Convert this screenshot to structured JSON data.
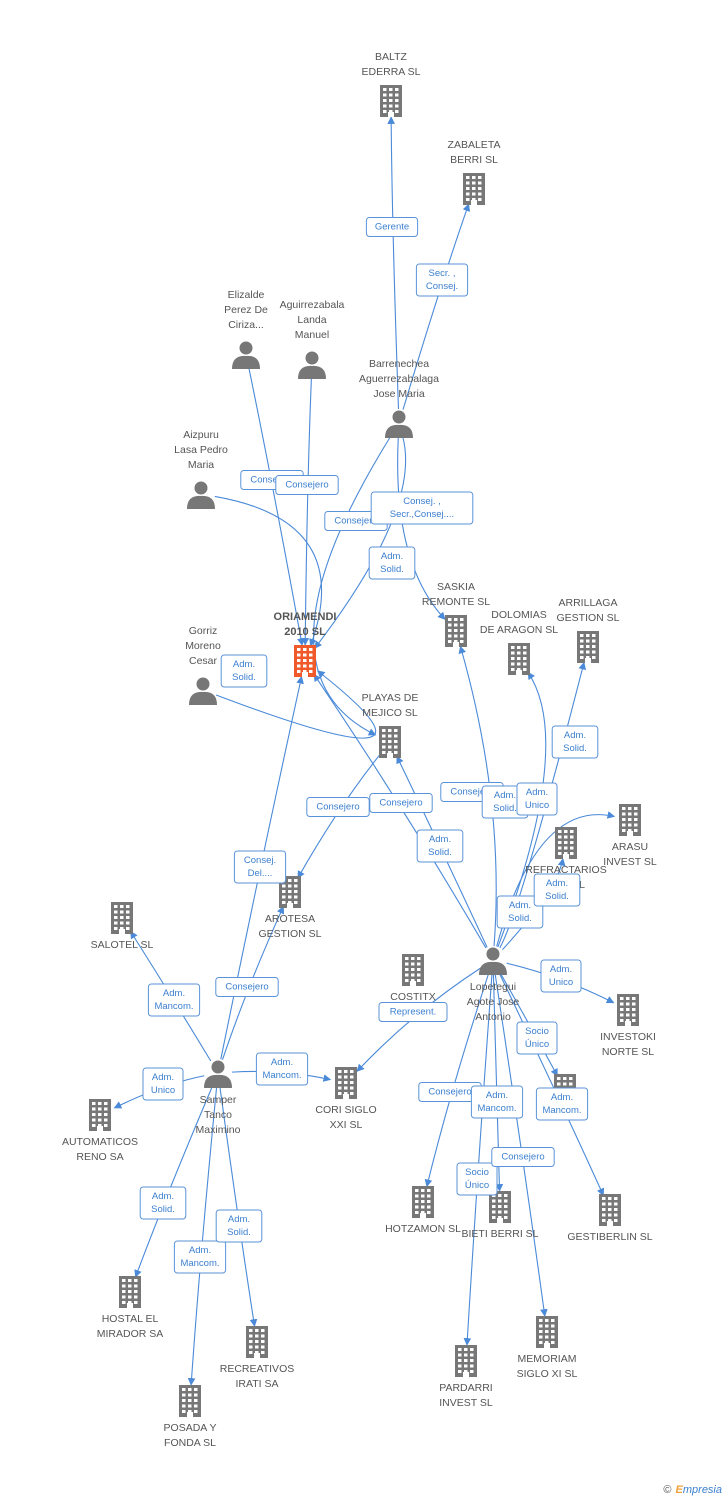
{
  "colors": {
    "edge": "#4a8ad8",
    "company": "#777777",
    "center_company": "#f05a2a",
    "person": "#777777",
    "label": "#555555"
  },
  "nodes": [
    {
      "id": "baltz",
      "type": "company",
      "lines": [
        "BALTZ",
        "EDERRA SL"
      ]
    },
    {
      "id": "zabaleta",
      "type": "company",
      "lines": [
        "ZABALETA",
        "BERRI SL"
      ]
    },
    {
      "id": "elizalde",
      "type": "person",
      "lines": [
        "Elizalde",
        "Perez De",
        "Ciriza..."
      ]
    },
    {
      "id": "aguirrezabala",
      "type": "person",
      "lines": [
        "Aguirrezabala",
        "Landa",
        "Manuel"
      ]
    },
    {
      "id": "barrenechea",
      "type": "person",
      "lines": [
        "Barrenechea",
        "Aguerrezabalaga",
        "Jose Maria"
      ]
    },
    {
      "id": "aizpuru",
      "type": "person",
      "lines": [
        "Aizpuru",
        "Lasa Pedro",
        "Maria"
      ]
    },
    {
      "id": "oriamendi",
      "type": "center",
      "lines": [
        "ORIAMENDI",
        "2010 SL"
      ]
    },
    {
      "id": "gorriz",
      "type": "person",
      "lines": [
        "Gorriz",
        "Moreno",
        "Cesar"
      ]
    },
    {
      "id": "saskia",
      "type": "company",
      "lines": [
        "SASKIA",
        "REMONTE SL"
      ]
    },
    {
      "id": "dolomias",
      "type": "company",
      "lines": [
        "DOLOMIAS",
        "DE ARAGON SL"
      ]
    },
    {
      "id": "arrillaga",
      "type": "company",
      "lines": [
        "ARRILLAGA",
        "GESTION SL"
      ]
    },
    {
      "id": "playas",
      "type": "company",
      "lines": [
        "PLAYAS DE",
        "MEJICO  SL"
      ]
    },
    {
      "id": "refractarios",
      "type": "company",
      "lines": [
        "REFRACTARIOS",
        "A...A SL"
      ]
    },
    {
      "id": "arasu",
      "type": "company",
      "lines": [
        "ARASU",
        "INVEST  SL"
      ]
    },
    {
      "id": "salotel",
      "type": "company",
      "lines": [
        "SALOTEL SL"
      ]
    },
    {
      "id": "arotesa",
      "type": "company",
      "lines": [
        "AROTESA",
        "GESTION SL"
      ]
    },
    {
      "id": "costitx",
      "type": "company",
      "lines": [
        "COSTITX"
      ]
    },
    {
      "id": "lopetegui",
      "type": "person",
      "lines": [
        "Lopetegui",
        "Agote Jose",
        "Antonio"
      ]
    },
    {
      "id": "investoki",
      "type": "company",
      "lines": [
        "INVESTOKI",
        "NORTE  SL"
      ]
    },
    {
      "id": "samper",
      "type": "person",
      "lines": [
        "Samper",
        "Tanco",
        "Maximino"
      ]
    },
    {
      "id": "cori",
      "type": "company",
      "lines": [
        "CORI SIGLO",
        "XXI SL"
      ]
    },
    {
      "id": "automaticos",
      "type": "company",
      "lines": [
        "AUTOMATICOS",
        "RENO SA"
      ]
    },
    {
      "id": "hidden_sl",
      "type": "company",
      "lines": [
        "...SL"
      ]
    },
    {
      "id": "hotzamon",
      "type": "company",
      "lines": [
        "HOTZAMON SL"
      ]
    },
    {
      "id": "bieti",
      "type": "company",
      "lines": [
        "BIETI BERRI SL"
      ]
    },
    {
      "id": "gestiberlin",
      "type": "company",
      "lines": [
        "GESTIBERLIN SL"
      ]
    },
    {
      "id": "hostal",
      "type": "company",
      "lines": [
        "HOSTAL EL",
        "MIRADOR SA"
      ]
    },
    {
      "id": "recreativos",
      "type": "company",
      "lines": [
        "RECREATIVOS",
        "IRATI SA"
      ]
    },
    {
      "id": "posada",
      "type": "company",
      "lines": [
        "POSADA Y",
        "FONDA SL"
      ]
    },
    {
      "id": "pardarri",
      "type": "company",
      "lines": [
        "PARDARRI",
        "INVEST  SL"
      ]
    },
    {
      "id": "memoriam",
      "type": "company",
      "lines": [
        "MEMORIAM",
        "SIGLO XI SL"
      ]
    }
  ],
  "edges": [
    {
      "from": "barrenechea",
      "to": "baltz",
      "label": [
        "Gerente"
      ]
    },
    {
      "from": "barrenechea",
      "to": "zabaleta",
      "label": [
        "Secr. ,",
        "Consej."
      ]
    },
    {
      "from": "elizalde",
      "to": "oriamendi",
      "label": [
        "Consejero"
      ]
    },
    {
      "from": "aguirrezabala",
      "to": "oriamendi",
      "label": [
        "Consejero"
      ]
    },
    {
      "from": "aizpuru",
      "to": "oriamendi",
      "label": [
        "Consejero"
      ]
    },
    {
      "from": "barrenechea",
      "to": "oriamendi",
      "label": [
        "Consej. ,",
        "Secr.,Consej...."
      ]
    },
    {
      "from": "barrenechea",
      "to": "saskia",
      "label": [
        "Adm.",
        "Solid."
      ]
    },
    {
      "from": "barrenechea",
      "to": "playas",
      "label": [
        "Adm.",
        "Solid."
      ]
    },
    {
      "from": "gorriz",
      "to": "oriamendi",
      "label": [
        "Consejero"
      ]
    },
    {
      "from": "lopetegui",
      "to": "saskia",
      "label": [
        "Adm.",
        "Solid."
      ]
    },
    {
      "from": "lopetegui",
      "to": "dolomias",
      "label": [
        "Adm.",
        "Solid."
      ]
    },
    {
      "from": "lopetegui",
      "to": "arrillaga",
      "label": [
        "Adm.",
        "Solid."
      ]
    },
    {
      "from": "lopetegui",
      "to": "refractarios",
      "label": [
        "Adm.",
        "Solid."
      ]
    },
    {
      "from": "lopetegui",
      "to": "arasu",
      "label": [
        "Adm.",
        "Unico"
      ]
    },
    {
      "from": "lopetegui",
      "to": "playas",
      "label": [
        "Adm.",
        "Solid."
      ]
    },
    {
      "from": "lopetegui",
      "to": "oriamendi",
      "label": [
        "Consejero"
      ]
    },
    {
      "from": "lopetegui",
      "to": "investoki",
      "label": [
        "Adm.",
        "Unico"
      ]
    },
    {
      "from": "lopetegui",
      "to": "cori",
      "label": [
        "Represent."
      ]
    },
    {
      "from": "lopetegui",
      "to": "hidden_sl",
      "label": [
        "Socio",
        "Único"
      ]
    },
    {
      "from": "lopetegui",
      "to": "hotzamon",
      "label": [
        "Consejero"
      ]
    },
    {
      "from": "lopetegui",
      "to": "bieti",
      "label": [
        "Adm.",
        "Mancom."
      ]
    },
    {
      "from": "lopetegui",
      "to": "gestiberlin",
      "label": [
        "Adm.",
        "Mancom."
      ]
    },
    {
      "from": "lopetegui",
      "to": "pardarri",
      "label": [
        "Socio",
        "Único"
      ]
    },
    {
      "from": "lopetegui",
      "to": "memoriam",
      "label": [
        "Consejero"
      ]
    },
    {
      "from": "samper",
      "to": "oriamendi",
      "label": [
        "Consej.",
        "Del...."
      ]
    },
    {
      "from": "samper",
      "to": "arotesa",
      "label": [
        "Consejero"
      ]
    },
    {
      "from": "samper",
      "to": "salotel",
      "label": [
        "Adm.",
        "Mancom."
      ]
    },
    {
      "from": "samper",
      "to": "automaticos",
      "label": [
        "Adm.",
        "Unico"
      ]
    },
    {
      "from": "samper",
      "to": "cori",
      "label": [
        "Adm.",
        "Mancom."
      ]
    },
    {
      "from": "samper",
      "to": "hostal",
      "label": [
        "Adm.",
        "Solid."
      ]
    },
    {
      "from": "samper",
      "to": "posada",
      "label": [
        "Adm.",
        "Mancom."
      ]
    },
    {
      "from": "samper",
      "to": "recreativos",
      "label": [
        "Adm.",
        "Solid."
      ]
    },
    {
      "from": "playas",
      "to": "arotesa",
      "label": [
        "Consejero"
      ]
    }
  ],
  "footer": {
    "copyright": "©",
    "brand_e": "E",
    "brand_rest": "mpresia"
  }
}
